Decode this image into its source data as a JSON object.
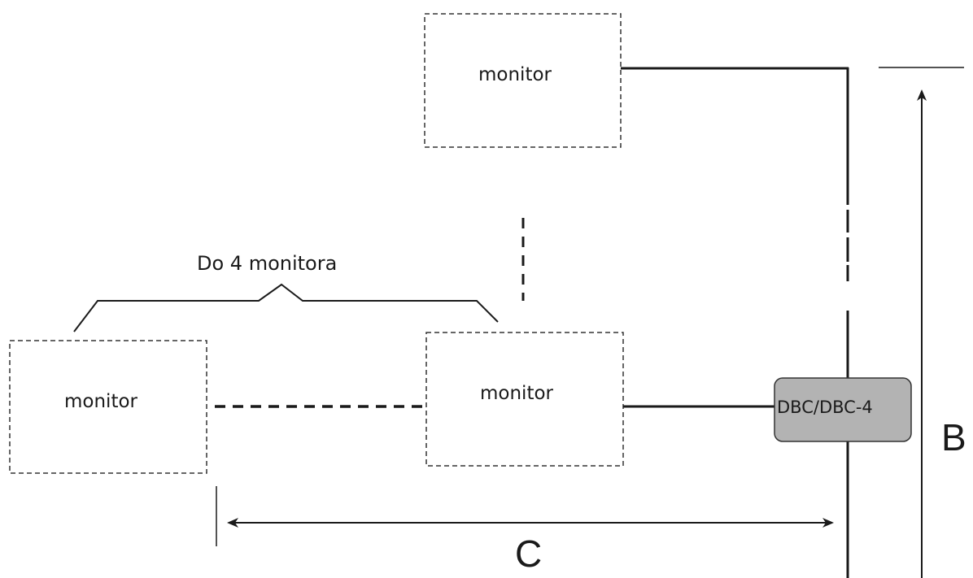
{
  "monitors": {
    "top": "monitor",
    "middle": "monitor",
    "left": "monitor"
  },
  "device": {
    "label": "DBC/DBC-4",
    "fill": "#b3b3b3"
  },
  "brace": {
    "label": "Do 4 monitora"
  },
  "dimensions": {
    "vertical": "B",
    "horizontal": "C"
  }
}
